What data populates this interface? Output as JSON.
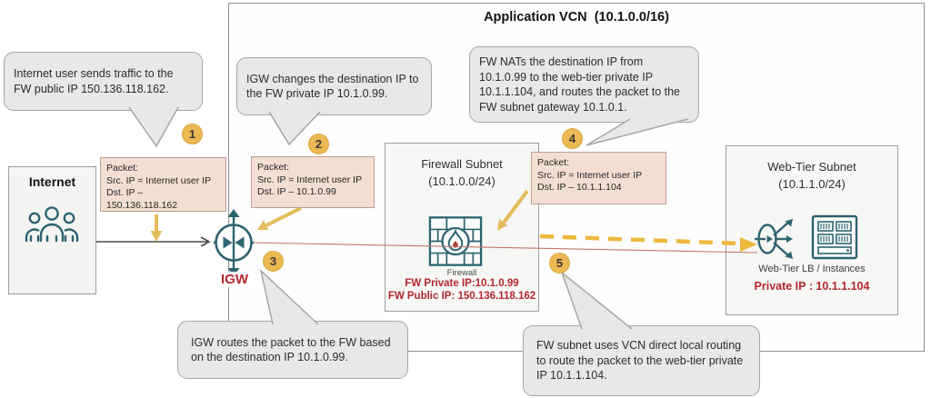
{
  "vcn": {
    "title": "Application VCN  (10.1.0.0/16)"
  },
  "internet": {
    "title": "Internet"
  },
  "igw": {
    "label": "IGW"
  },
  "firewall_subnet": {
    "title": "Firewall Subnet",
    "cidr": "(10.1.0.0/24)",
    "icon_caption": "Firewall",
    "private_ip": "FW Private IP:10.1.0.99",
    "public_ip": "FW Public IP: 150.136.118.162"
  },
  "web_tier_subnet": {
    "title": "Web-Tier Subnet",
    "cidr": "(10.1.1.0/24)",
    "icon_caption": "Web-Tier LB / Instances",
    "private_ip": "Private IP : 10.1.1.104"
  },
  "packets": [
    {
      "lines": [
        "Packet:",
        "Src. IP = Internet user IP",
        "Dst. IP –",
        "150.136.118.162"
      ]
    },
    {
      "lines": [
        "Packet:",
        "Src. IP = Internet user IP",
        "Dst. IP – 10.1.0.99"
      ]
    },
    {
      "lines": [
        "Packet:",
        "Src. IP = Internet user IP",
        "Dst. IP – 10.1.1.104"
      ]
    }
  ],
  "steps": [
    {
      "number": "1",
      "text": "Internet user sends traffic to the FW public IP 150.136.118.162."
    },
    {
      "number": "2",
      "text": "IGW changes the destination IP to the FW private IP 10.1.0.99."
    },
    {
      "number": "3",
      "text": "IGW routes the packet to the FW based on the destination IP 10.1.0.99."
    },
    {
      "number": "4",
      "text": "FW NATs the destination IP from 10.1.0.99 to the web-tier private IP 10.1.1.104, and routes the packet to the FW subnet gateway 10.1.0.1."
    },
    {
      "number": "5",
      "text": "FW subnet uses VCN direct local routing to route the packet to the web-tier private IP 10.1.1.104."
    }
  ],
  "colors": {
    "accent_red": "#b3272d",
    "icon_teal": "#2e6372",
    "step_badge_gold": "#ebb851",
    "arrow_gold": "#e9be4d",
    "packet_fill": "#f3ded2",
    "callout_fill": "#e8e8e6",
    "flow_line_red": "#c4766b"
  }
}
